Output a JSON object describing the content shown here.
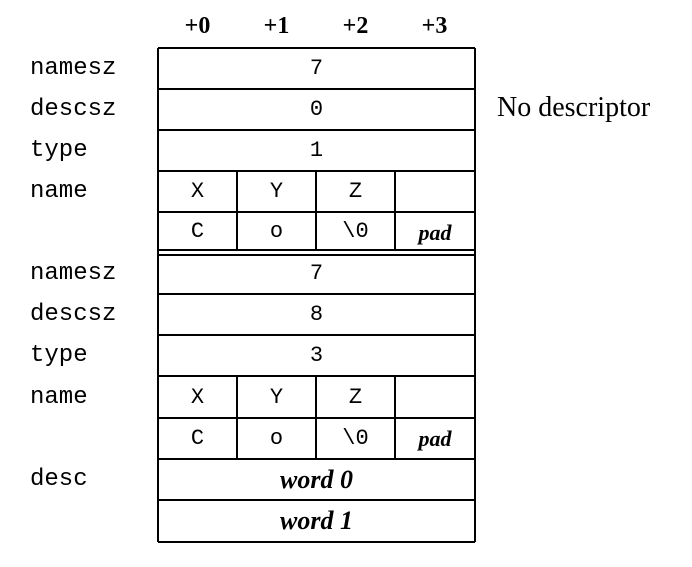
{
  "header": {
    "offsets": [
      "+0",
      "+1",
      "+2",
      "+3"
    ]
  },
  "labels": [
    "namesz",
    "descsz",
    "type",
    "name",
    "namesz",
    "descsz",
    "type",
    "name",
    "desc"
  ],
  "note1": {
    "namesz": "7",
    "descsz": "0",
    "type": "1",
    "name_row1": [
      "X",
      "Y",
      "Z",
      ""
    ],
    "name_row2": [
      "C",
      "o",
      "\\0",
      "pad"
    ]
  },
  "note2": {
    "namesz": "7",
    "descsz": "8",
    "type": "3",
    "name_row1": [
      "X",
      "Y",
      "Z",
      ""
    ],
    "name_row2": [
      "C",
      "o",
      "\\0",
      "pad"
    ],
    "desc_words": [
      "word 0",
      "word 1"
    ]
  },
  "annotation": "No descriptor"
}
